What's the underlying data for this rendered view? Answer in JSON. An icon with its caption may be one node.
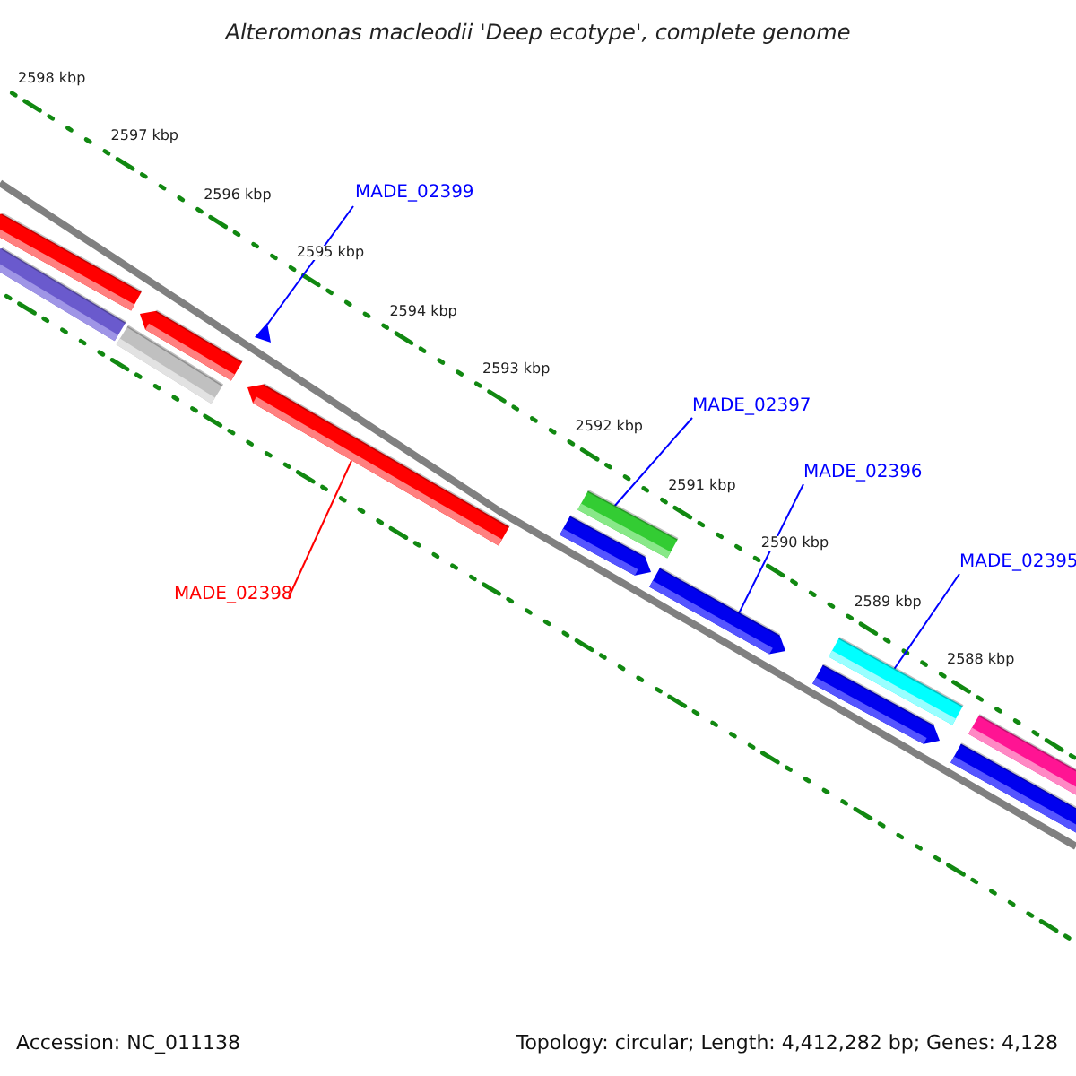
{
  "diagram": {
    "title": "Alteromonas macleodii 'Deep ecotype', complete genome",
    "nodes": [
      {
        "text": [
          "MADE_02399"
        ]
      },
      {
        "text": [
          "MADE_02397"
        ]
      },
      {
        "text": [
          "MADE_02396"
        ]
      },
      {
        "text": [
          "MADE_02395"
        ]
      },
      {
        "text": [
          "MADE_02398"
        ]
      },
      {
        "text": [],
        "shape": "bar"
      },
      {
        "text": [],
        "shape": "bar"
      },
      {
        "text": [],
        "shape": "bar"
      },
      {
        "text": [],
        "shape": "bar"
      },
      {
        "text": [],
        "shape": "bar"
      },
      {
        "text": [],
        "shape": "bar"
      },
      {
        "text": [],
        "shape": "bar"
      },
      {
        "text": [],
        "shape": "bar"
      },
      {
        "text": [],
        "shape": "bar"
      },
      {
        "text": [],
        "shape": "bar"
      },
      {
        "text": [],
        "shape": "bar"
      },
      {
        "text": [],
        "shape": "bar"
      },
      {
        "text": [],
        "shape": "bar"
      }
    ],
    "edges": [
      {
        "from": 0,
        "to": 9,
        "arrow": "none"
      },
      {
        "from": 1,
        "to": 12,
        "arrow": "none"
      },
      {
        "from": 2,
        "to": 13,
        "arrow": "none"
      },
      {
        "from": 3,
        "to": 15,
        "arrow": "none"
      },
      {
        "from": 4,
        "to": 10,
        "arrow": "none",
        "color": "#ff0000"
      }
    ],
    "labels": [
      "2598 kbp",
      "2597 kbp",
      "2596 kbp",
      "2595 kbp",
      "2594 kbp",
      "2593 kbp",
      "2592 kbp",
      "2591 kbp",
      "2590 kbp",
      "2589 kbp",
      "2588 kbp",
      "Accession: NC_011138",
      "Topology: circular; Length: 4,412,282 bp; Genes: 4,128"
    ]
  }
}
